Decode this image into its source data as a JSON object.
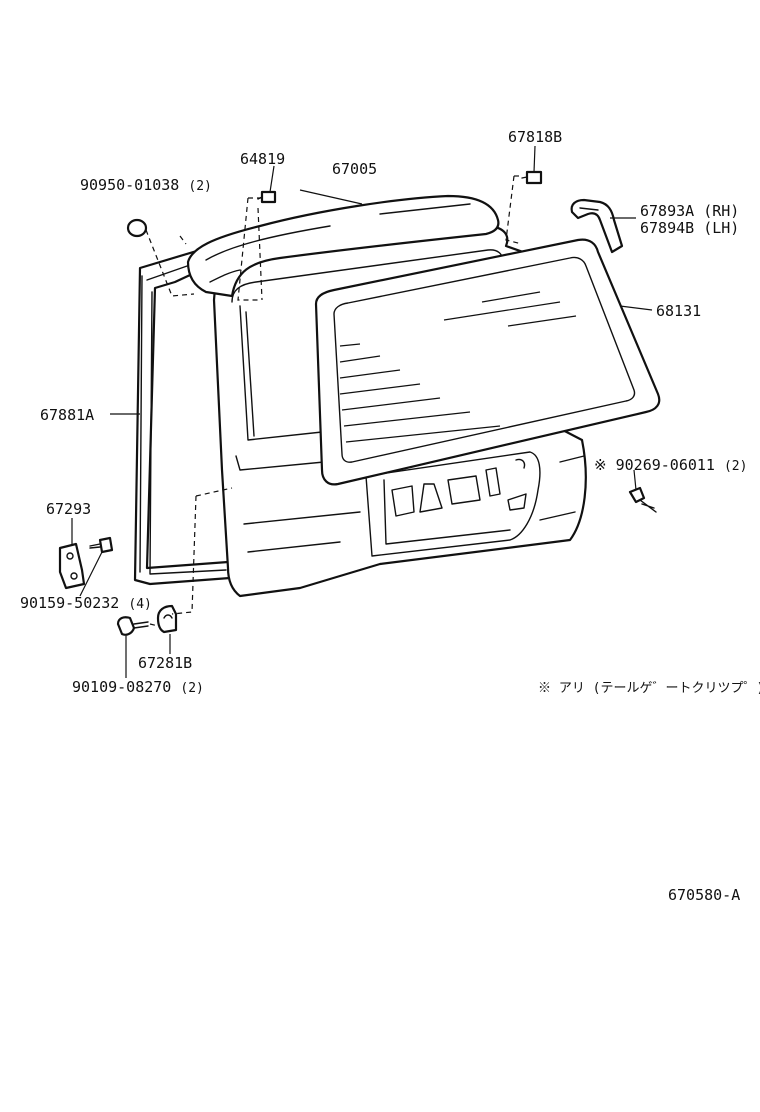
{
  "parts": {
    "p90950": {
      "number": "90950-01038",
      "qty": "(2)"
    },
    "p64819": {
      "number": "64819"
    },
    "p67005": {
      "number": "67005"
    },
    "p67818": {
      "number": "67818B"
    },
    "p67893": {
      "number": "67893A",
      "side": "(RH)"
    },
    "p67894": {
      "number": "67894B",
      "side": "(LH)"
    },
    "p68131": {
      "number": "68131"
    },
    "p67881": {
      "number": "67881A"
    },
    "p90269": {
      "mark": "※",
      "number": "90269-06011",
      "qty": "(2)"
    },
    "p67293": {
      "number": "67293"
    },
    "p90159": {
      "number": "90159-50232",
      "qty": "(4)"
    },
    "p67281": {
      "number": "67281B"
    },
    "p90109": {
      "number": "90109-08270",
      "qty": "(2)"
    }
  },
  "note": {
    "mark": "※",
    "text": "アリ (テールゲ゛ートクリツプ゜)"
  },
  "diagram_code": "670580-A"
}
